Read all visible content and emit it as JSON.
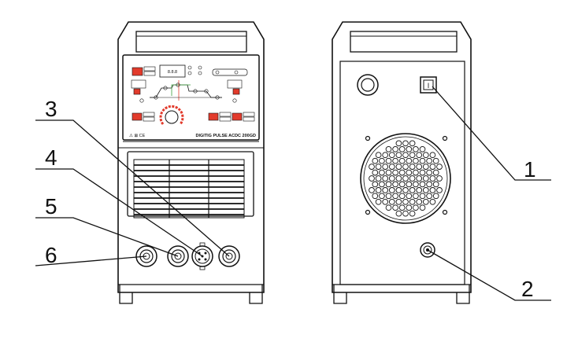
{
  "callouts": [
    {
      "number": "1",
      "target": "power-switch"
    },
    {
      "number": "2",
      "target": "rear-gas-connector"
    },
    {
      "number": "3",
      "target": "front-socket-right"
    },
    {
      "number": "4",
      "target": "front-control-socket"
    },
    {
      "number": "5",
      "target": "front-socket-middle"
    },
    {
      "number": "6",
      "target": "front-socket-left"
    }
  ],
  "front_panel": {
    "model_label": "DIGITIG PULSE ACDC 200GD",
    "marks": "⚠ ⊠ CE",
    "display_digits": "8.8.8"
  },
  "rear_panel": {
    "switch_glyph": "I"
  },
  "colors": {
    "accent_red": "#e23b2c",
    "accent_green": "#3a9d3a",
    "line": "#111111"
  }
}
